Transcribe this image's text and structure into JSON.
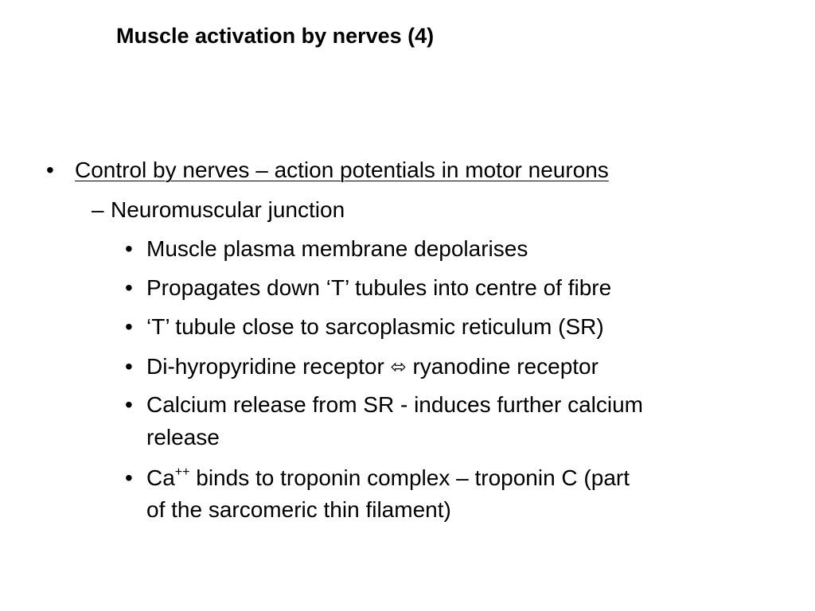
{
  "slide": {
    "title": "Muscle activation by nerves (4)",
    "level1": {
      "bullet": "•",
      "text": "Control by nerves – action potentials in motor neurons"
    },
    "level2": {
      "bullet": "–",
      "text": "Neuromuscular junction"
    },
    "level3_bullet": "•",
    "items": [
      {
        "text": "Muscle plasma membrane depolarises"
      },
      {
        "text": "Propagates down ‘T’ tubules into centre of fibre"
      },
      {
        "text": "‘T’ tubule close to sarcoplasmic reticulum (SR)"
      },
      {
        "before": "Di-hyropyridine receptor ",
        "arrow": "⬄",
        "after": " ryanodine receptor"
      },
      {
        "line1": "Calcium release from SR  - induces further calcium",
        "line2": "release"
      },
      {
        "prefix": "Ca",
        "sup": "++",
        "line1_rest": " binds to troponin complex  – troponin C (part",
        "line2": "of the sarcomeric thin filament)"
      }
    ]
  }
}
